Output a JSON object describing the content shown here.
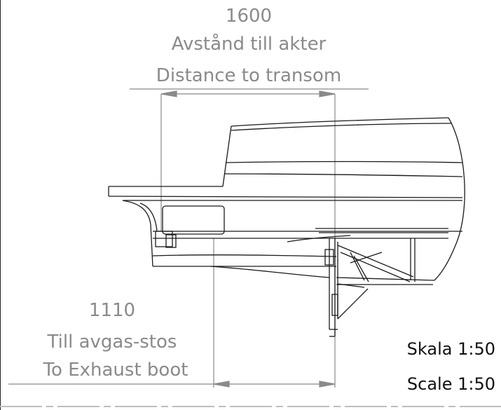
{
  "top_dimension": {
    "value": "1600",
    "label_sv": "Avstånd till akter",
    "label_en": "Distance to transom"
  },
  "bottom_dimension": {
    "value": "1110",
    "label_sv": "Till avgas-stos",
    "label_en": "To Exhaust boot"
  },
  "scale": {
    "sv": "Skala 1:50",
    "en": "Scale 1:50"
  },
  "colors": {
    "line": "#1a1a1a",
    "dimension": "#8a8a8a"
  }
}
